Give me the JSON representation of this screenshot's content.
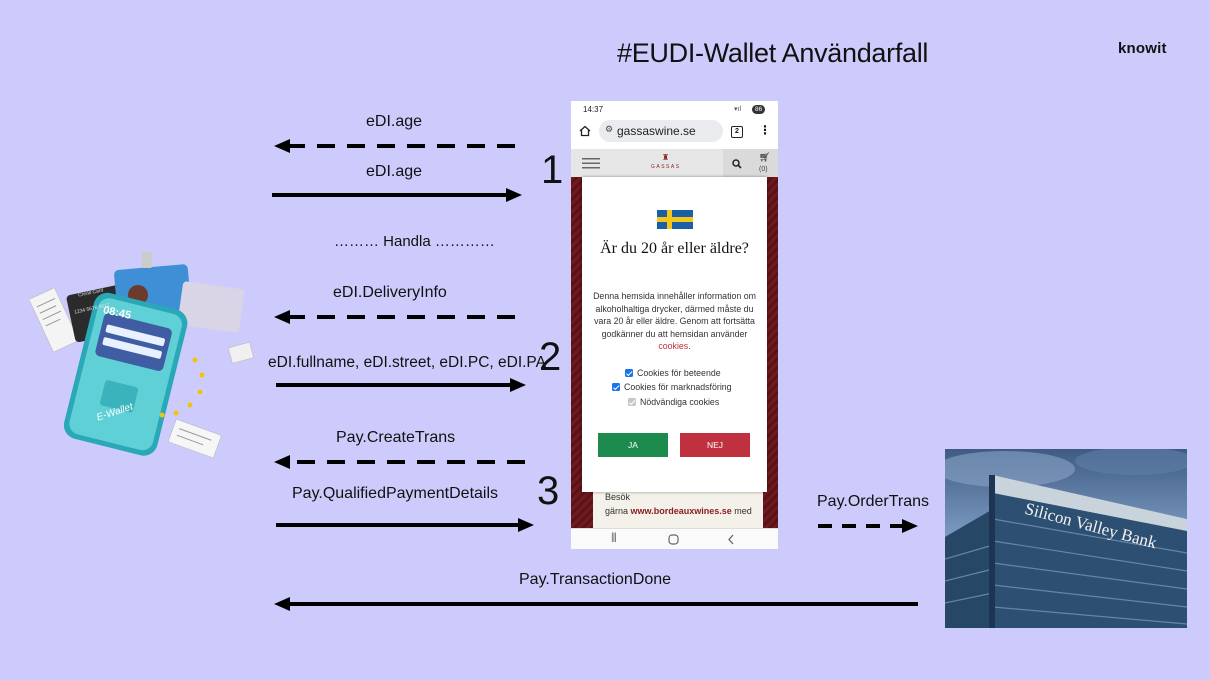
{
  "title": "#EUDI-Wallet Användarfall",
  "brand": "knowit",
  "arrows": {
    "a1_label": "eDI.age",
    "a2_label": "eDI.age",
    "handla": "……… Handla …………",
    "a3_label": "eDI.DeliveryInfo",
    "a4_label": "eDI.fullname, eDI.street, eDI.PC, eDI.PA",
    "a5_label": "Pay.CreateTrans",
    "a6_label": "Pay.QualifiedPaymentDetails",
    "a7_label": "Pay.OrderTrans",
    "a8_label": "Pay.TransactionDone"
  },
  "steps": [
    "1",
    "2",
    "3"
  ],
  "wallet": {
    "time": "08:45",
    "label": "E-Wallet",
    "card_label": "Credit Card",
    "card_number": "1234  5678  9012"
  },
  "phone": {
    "status_time": "14:37",
    "battery": "86",
    "url": "gassaswine.se",
    "tab_count": "2",
    "site_logo": "GASSAS",
    "cart_count": "(0)",
    "modal": {
      "heading": "Är du 20 år eller äldre?",
      "body": "Denna hemsida innehåller information om alkoholhaltiga drycker, därmed måste du vara 20 år eller äldre. Genom att fortsätta godkänner du att hemsidan använder",
      "cookies_link": "cookies",
      "checkboxes": [
        "Cookies för beteende",
        "Cookies för marknadsföring",
        "Nödvändiga cookies"
      ],
      "yes": "JA",
      "no": "NEJ"
    },
    "page_text_1": "Besök",
    "page_text_2": "gärna",
    "page_link": "www.bordeauxwines.se",
    "page_text_3": "med"
  },
  "bank_sign": "Silicon Valley Bank",
  "colors": {
    "background": "#cdcbfc",
    "yes": "#1d8a4e",
    "no": "#c0313f",
    "wine": "#6e1a1f"
  }
}
